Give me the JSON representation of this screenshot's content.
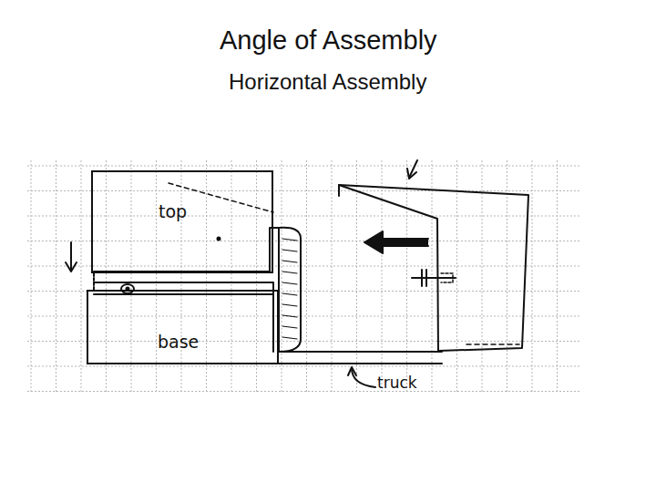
{
  "diagram": {
    "title": "Angle of Assembly",
    "nodes": [
      {
        "text": [
          "top"
        ]
      },
      {
        "text": [
          "base"
        ]
      }
    ],
    "labels": [
      "Horizontal Assembly",
      "truck"
    ]
  }
}
